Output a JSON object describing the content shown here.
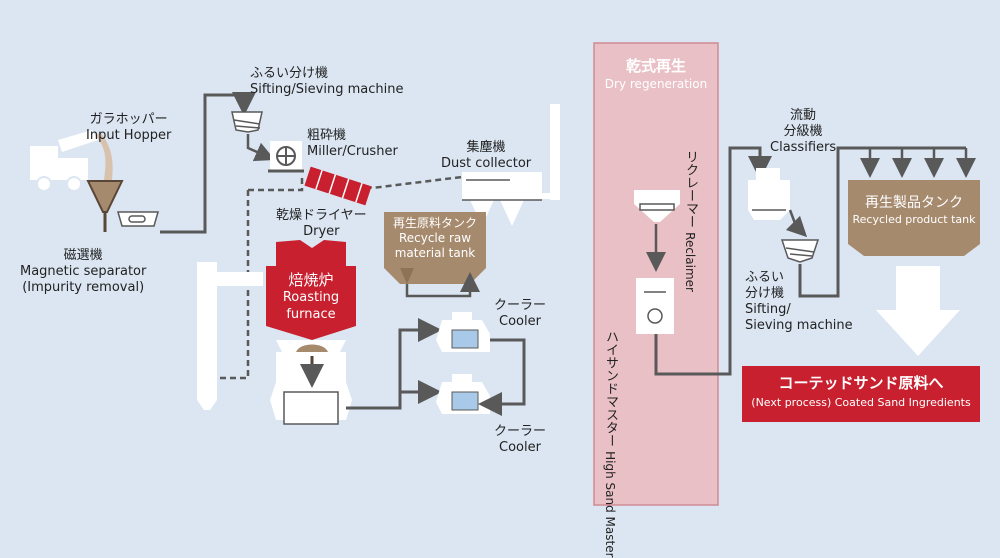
{
  "labels": {
    "input_hopper_jp": "ガラホッパー",
    "input_hopper_en": "Input Hopper",
    "sieve1_jp": "ふるい分け機",
    "sieve1_en": "Sifting/Sieving machine",
    "crusher_jp": "粗砕機",
    "crusher_en": "Miller/Crusher",
    "dust_jp": "集塵機",
    "dust_en": "Dust collector",
    "magnetic_jp": "磁選機",
    "magnetic_en1": "Magnetic separator",
    "magnetic_en2": "(Impurity removal)",
    "dryer_jp": "乾燥ドライヤー",
    "dryer_en": "Dryer",
    "raw_tank_jp": "再生原料タンク",
    "raw_tank_en1": "Recycle raw",
    "raw_tank_en2": "material tank",
    "furnace_jp": "焙焼炉",
    "furnace_en1": "Roasting",
    "furnace_en2": "furnace",
    "cooler1_jp": "クーラー",
    "cooler1_en": "Cooler",
    "cooler2_jp": "クーラー",
    "cooler2_en": "Cooler",
    "dry_regen_jp": "乾式再生",
    "dry_regen_en": "Dry regeneration",
    "reclaimer_jp": "リクレーマー",
    "reclaimer_en": "Reclaimer",
    "hsm_jp": "ハイサンドマスター",
    "hsm_en": "High Sand Master",
    "classifier_jp1": "流動",
    "classifier_jp2": "分級機",
    "classifier_en": "Classifiers",
    "sieve2_jp1": "ふるい",
    "sieve2_jp2": "分け機",
    "sieve2_en1": "Sifting/",
    "sieve2_en2": "Sieving machine",
    "product_tank_jp": "再生製品タンク",
    "product_tank_en": "Recycled product tank",
    "next_jp": "コーテッドサンド原料へ",
    "next_en": "(Next process) Coated Sand Ingredients"
  },
  "colors": {
    "background": "#dbe6f2",
    "line": "#595959",
    "brown": "#a68a6d",
    "red": "#c8202f",
    "regen_band": "#e9c0c6",
    "regen_border": "#d08a95",
    "water": "#a9c9e8"
  }
}
